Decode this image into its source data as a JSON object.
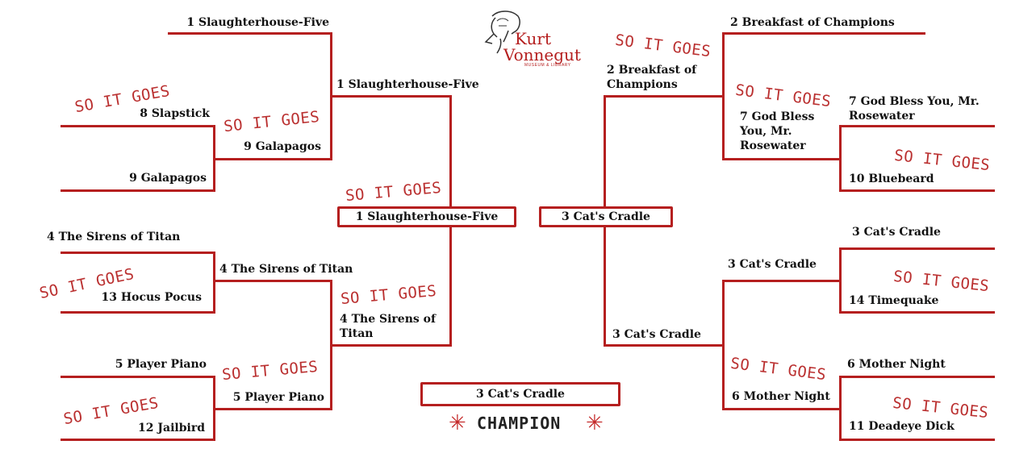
{
  "logo": {
    "line1": "Kurt",
    "line2": "Vonnegut",
    "sub": "MUSEUM & LIBRARY"
  },
  "stamp_text": "SO IT GOES",
  "left": {
    "r1": [
      "1 Slaughterhouse-Five",
      "8 Slapstick",
      "9 Galapagos",
      "4 The Sirens of Titan",
      "13 Hocus Pocus",
      "5 Player Piano",
      "12 Jailbird"
    ],
    "r2": [
      "9 Galapagos",
      "4 The Sirens of Titan",
      "5 Player Piano"
    ],
    "r3": [
      "1 Slaughterhouse-Five",
      "4 The Sirens of Titan"
    ],
    "semi": "1 Slaughterhouse-Five"
  },
  "right": {
    "r1": [
      "2 Breakfast of Champions",
      "7 God Bless You, Mr. Rosewater",
      "10 Bluebeard",
      "3 Cat's Cradle",
      "14 Timequake",
      "6 Mother Night",
      "11 Deadeye Dick"
    ],
    "r2": [
      "7 God Bless You, Mr. Rosewater",
      "3 Cat's Cradle",
      "6 Mother Night"
    ],
    "r3": [
      "2 Breakfast of Champions",
      "3 Cat's Cradle"
    ],
    "semi": "3 Cat's Cradle"
  },
  "champion": {
    "name": "3 Cat's Cradle",
    "label": "CHAMPION"
  }
}
